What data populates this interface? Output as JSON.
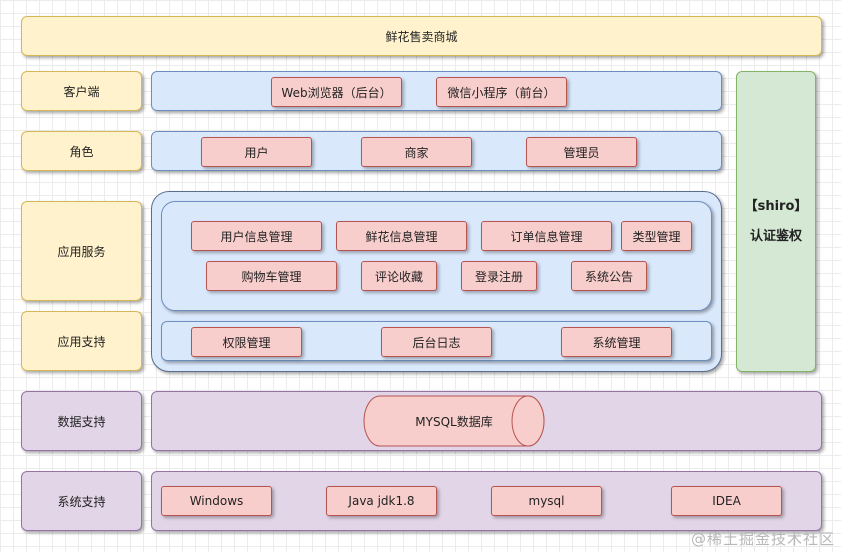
{
  "title": "鲜花售卖商城",
  "layers": {
    "client": {
      "label": "客户端",
      "items": [
        "Web浏览器（后台）",
        "微信小程序（前台）"
      ]
    },
    "role": {
      "label": "角色",
      "items": [
        "用户",
        "商家",
        "管理员"
      ]
    },
    "app_service": {
      "label": "应用服务",
      "items": [
        "用户信息管理",
        "鲜花信息管理",
        "订单信息管理",
        "类型管理",
        "购物车管理",
        "评论收藏",
        "登录注册",
        "系统公告"
      ]
    },
    "app_support": {
      "label": "应用支持",
      "items": [
        "权限管理",
        "后台日志",
        "系统管理"
      ]
    },
    "data_support": {
      "label": "数据支持",
      "database": "MYSQL数据库"
    },
    "system_support": {
      "label": "系统支持",
      "items": [
        "Windows",
        "Java jdk1.8",
        "mysql",
        "IDEA"
      ]
    }
  },
  "auth": {
    "line1": "【shiro】",
    "line2": "认证鉴权"
  },
  "watermark": "@稀土掘金技术社区",
  "colors": {
    "yellow_fill": "#fff2cc",
    "blue_fill": "#dae8fc",
    "purple_fill": "#e1d5e7",
    "green_fill": "#d5e8d4",
    "pink_fill": "#f8cecc"
  }
}
